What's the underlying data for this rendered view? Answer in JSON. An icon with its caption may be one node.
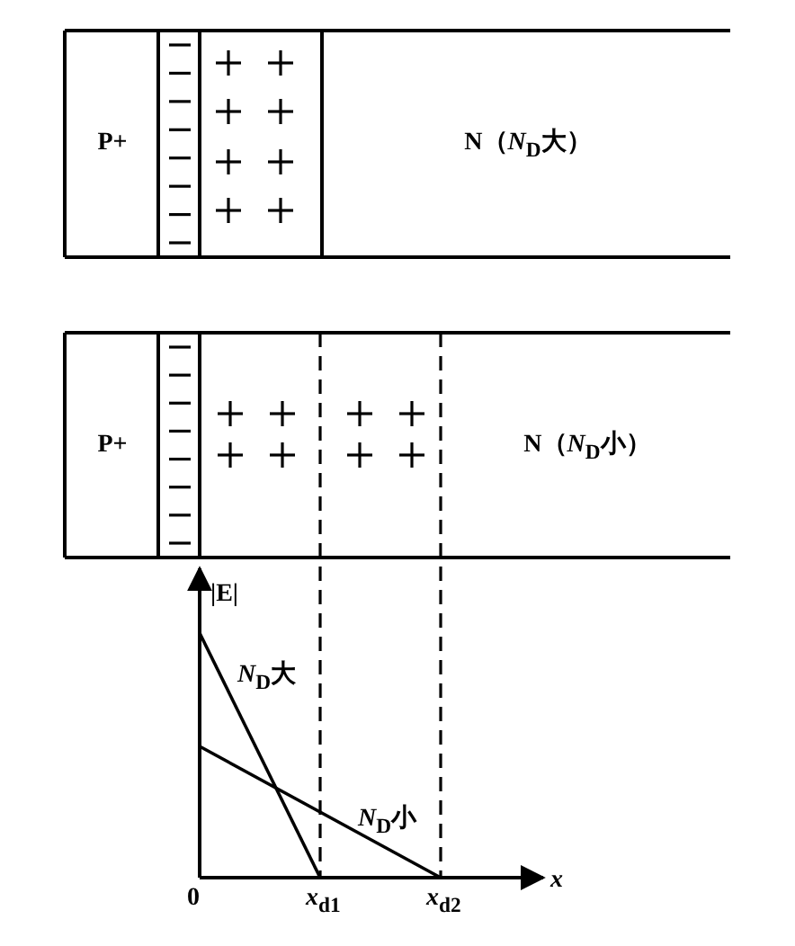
{
  "diagram": {
    "nodes": [
      {
        "text": [
          "P+"
        ]
      },
      {
        "text": [
          "N（*N*$_{D}$大）"
        ]
      },
      {
        "text": [
          "P+"
        ]
      },
      {
        "text": [
          "N（*N*$_{D}$小）"
        ]
      }
    ],
    "labels": [
      "|E|",
      "*N*$_{D}$大",
      "*N*$_{D}$小",
      "0",
      "*x*$_{d1}$",
      "*x*$_{d2}$",
      "*x*"
    ]
  }
}
